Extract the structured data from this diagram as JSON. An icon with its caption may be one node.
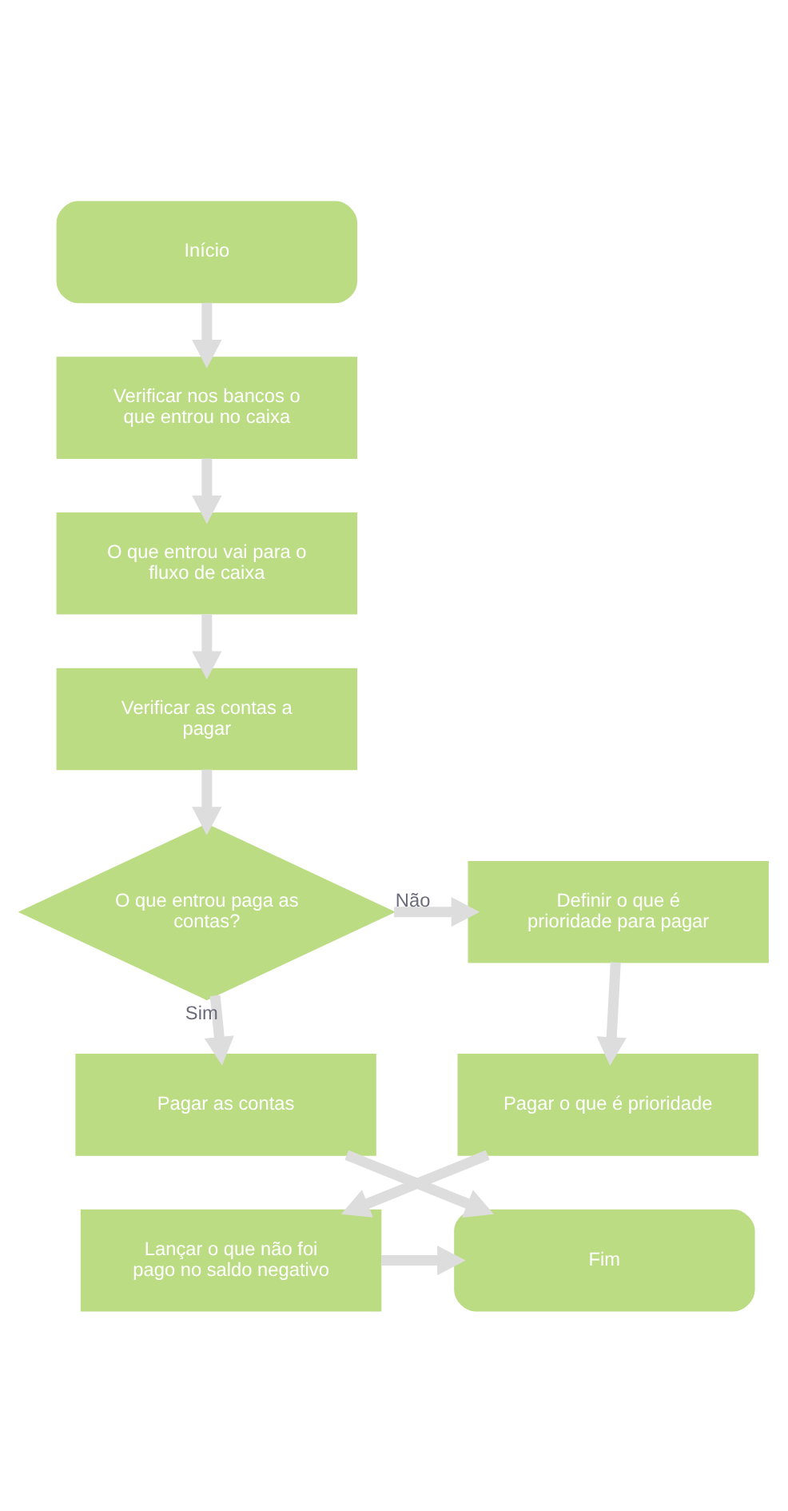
{
  "diagram": {
    "nodes": [
      {
        "text": [
          "Início"
        ]
      },
      {
        "text": [
          "Verificar nos bancos o que entrou no caixa"
        ]
      },
      {
        "text": [
          "O que entrou vai para o fluxo de caixa"
        ]
      },
      {
        "text": [
          "Verificar as contas a pagar"
        ]
      },
      {
        "text": [
          "O que entrou paga as contas?"
        ]
      },
      {
        "text": [
          "Definir o que é prioridade para pagar"
        ]
      },
      {
        "text": [
          "Pagar as contas"
        ]
      },
      {
        "text": [
          "Pagar o que é prioridade"
        ]
      },
      {
        "text": [
          "Fim"
        ]
      },
      {
        "text": [
          "Lançar o que não foi pago no saldo negativo"
        ]
      }
    ],
    "edges": [
      {
        "from": 0,
        "to": 1,
        "arrow": "to"
      },
      {
        "from": 1,
        "to": 2,
        "arrow": "to"
      },
      {
        "from": 2,
        "to": 3,
        "arrow": "to"
      },
      {
        "from": 3,
        "to": 4,
        "arrow": "to"
      },
      {
        "from": 4,
        "to": 5,
        "arrow": "to",
        "label": "Não"
      },
      {
        "from": 4,
        "to": 6,
        "arrow": "to",
        "label": "Sim"
      },
      {
        "from": 6,
        "to": 8,
        "arrow": "to"
      },
      {
        "from": 5,
        "to": 7,
        "arrow": "to"
      },
      {
        "from": 7,
        "to": 9,
        "arrow": "to"
      },
      {
        "from": 9,
        "to": 8,
        "arrow": "to"
      }
    ]
  }
}
